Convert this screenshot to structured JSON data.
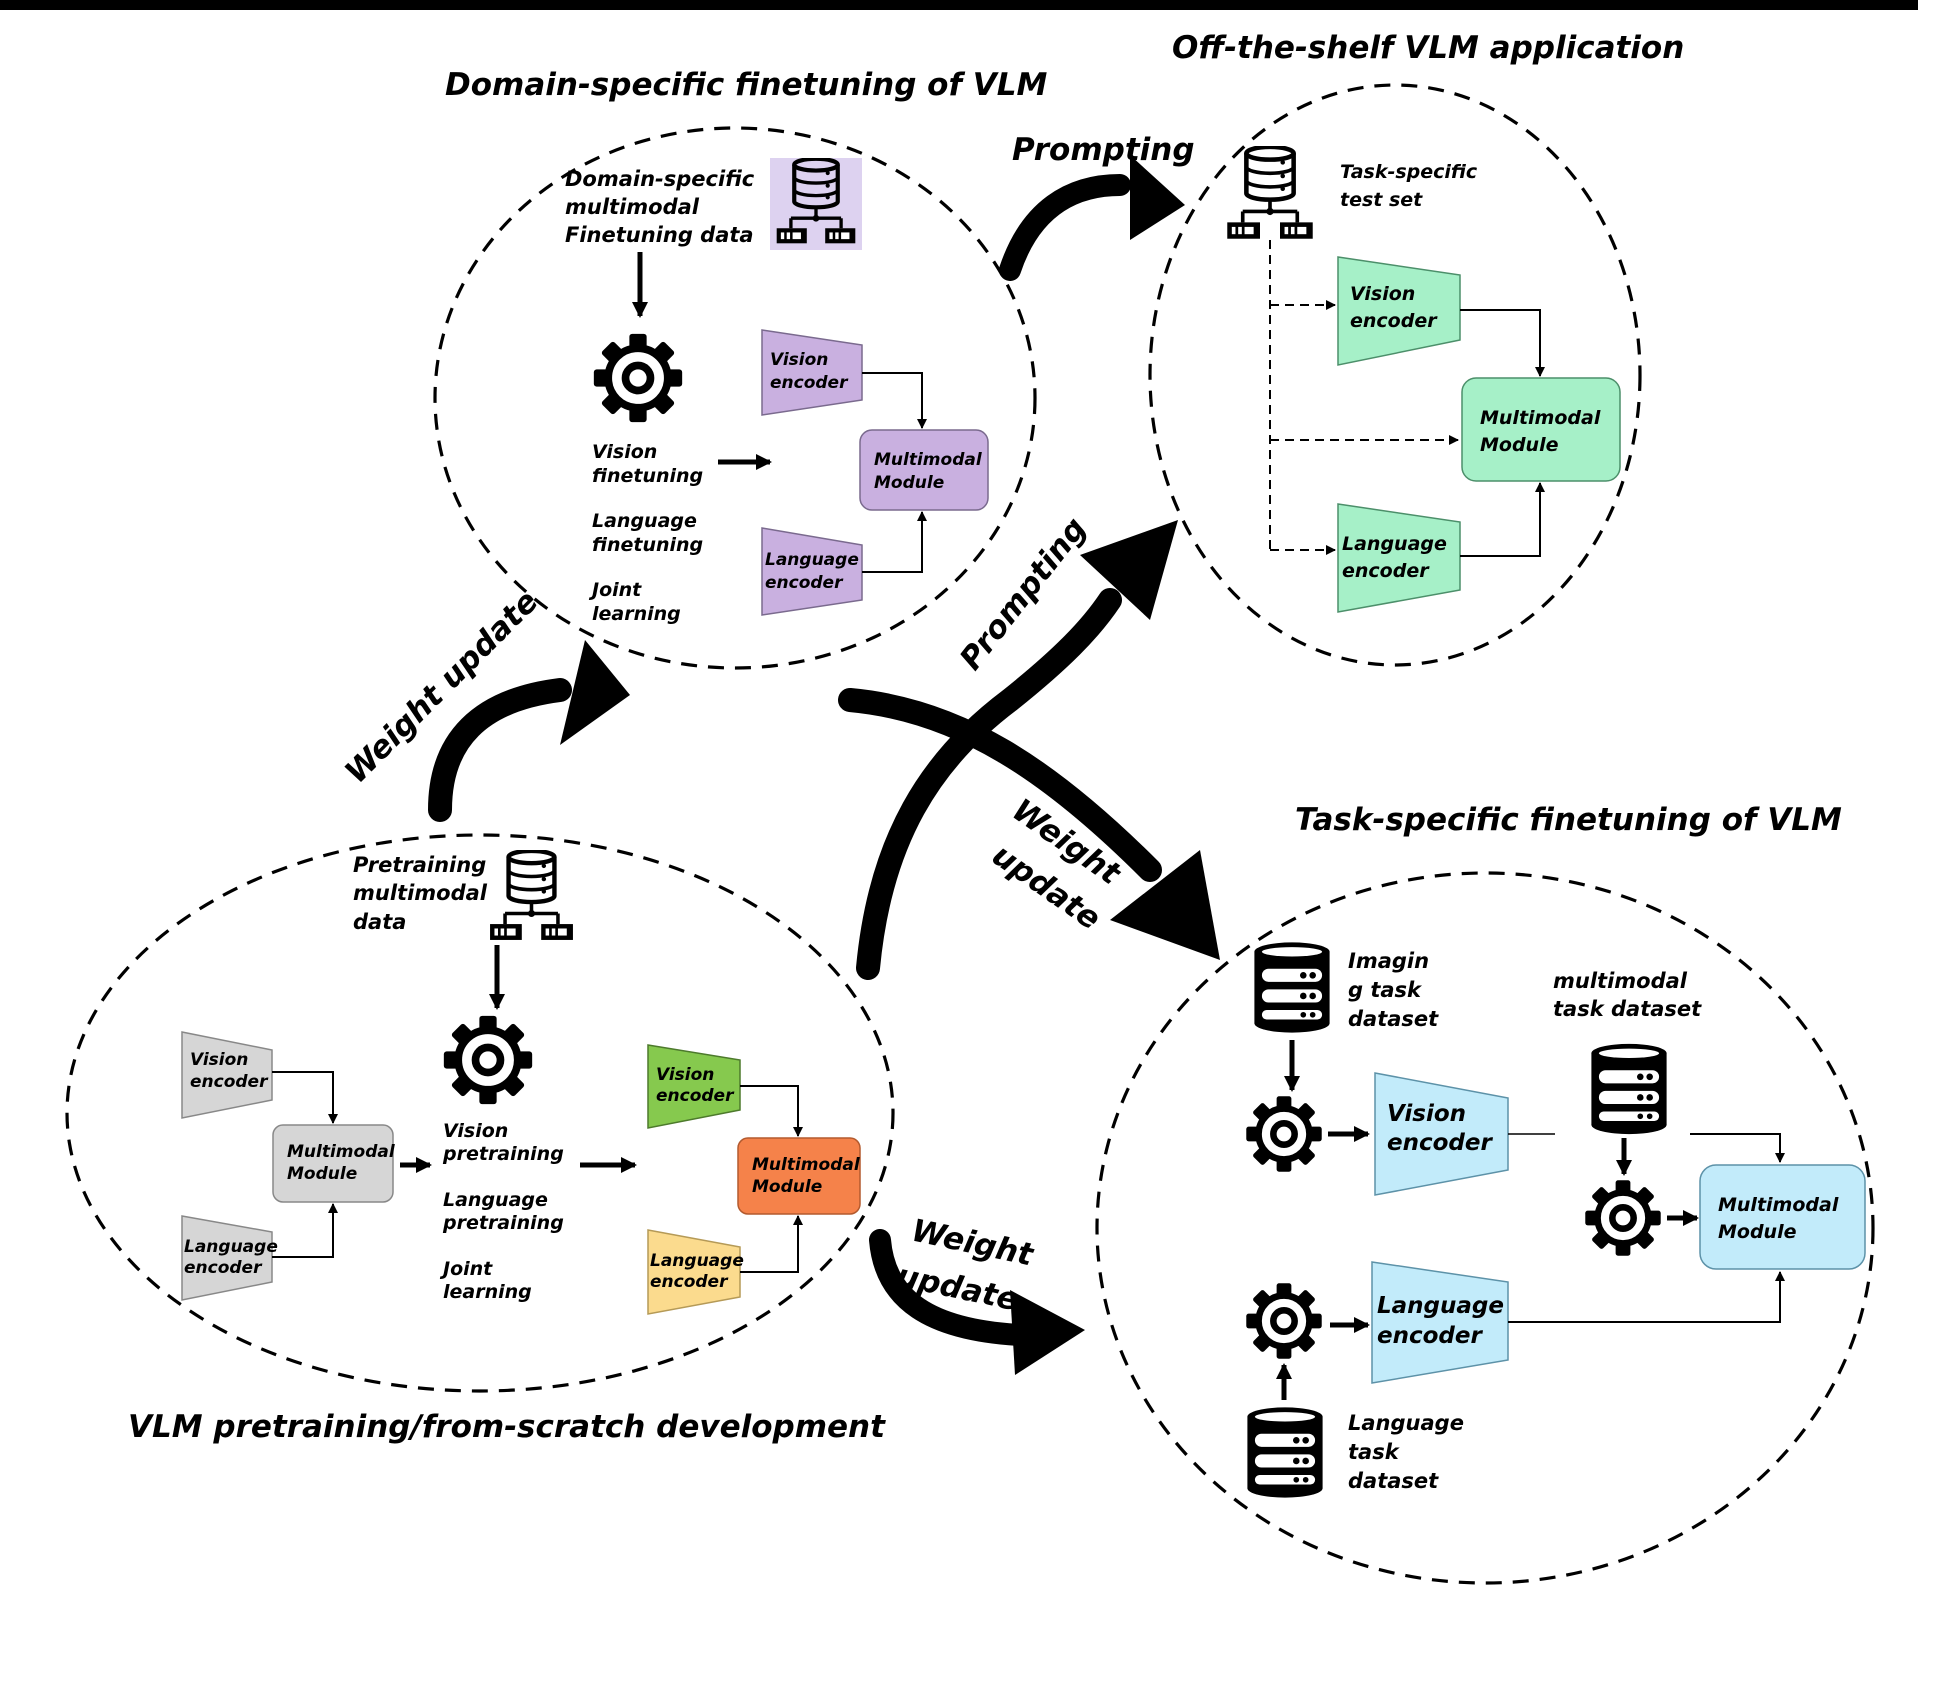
{
  "palette": {
    "purple": "#c9b0e0",
    "green_encoder": "#86c94e",
    "orange_module": "#f5824a",
    "yellow_encoder": "#fbdb8e",
    "gray": "#d6d6d6",
    "mint": "#a6f0c8",
    "light_blue": "#c2ebfa"
  },
  "icons": [
    "database-icon",
    "gear-icon"
  ],
  "domain": {
    "title": "Domain-specific finetuning of VLM",
    "data_label": [
      "Domain-specific",
      "multimodal",
      "Finetuning data"
    ],
    "steps": [
      "Vision",
      "finetuning",
      "Language",
      "finetuning",
      "Joint",
      "learning"
    ],
    "vision_encoder": [
      "Vision",
      "encoder"
    ],
    "language_encoder": [
      "Language",
      "encoder"
    ],
    "multimodal_module": [
      "Multimodal",
      "Module"
    ]
  },
  "offshelf": {
    "title": "Off-the-shelf VLM application",
    "data_label": [
      "Task-specific",
      "test set"
    ],
    "vision_encoder": [
      "Vision",
      "encoder"
    ],
    "language_encoder": [
      "Language",
      "encoder"
    ],
    "multimodal_module": [
      "Multimodal",
      "Module"
    ]
  },
  "pretrain": {
    "title": "VLM pretraining/from-scratch development",
    "data_label": [
      "Pretraining",
      "multimodal",
      "data"
    ],
    "steps": [
      "Vision",
      "pretraining",
      "Language",
      "pretraining",
      "Joint",
      "learning"
    ],
    "gray_vision_encoder": [
      "Vision",
      "encoder"
    ],
    "gray_language_encoder": [
      "Language",
      "encoder"
    ],
    "gray_multimodal_module": [
      "Multimodal",
      "Module"
    ],
    "vision_encoder": [
      "Vision",
      "encoder"
    ],
    "language_encoder": [
      "Language",
      "encoder"
    ],
    "multimodal_module": [
      "Multimodal",
      "Module"
    ]
  },
  "task": {
    "title": "Task-specific finetuning of VLM",
    "imaging_label": [
      "Imagin",
      "g task",
      "dataset"
    ],
    "multimodal_label": [
      "multimodal",
      "task dataset"
    ],
    "language_label": [
      "Language",
      "task",
      "dataset"
    ],
    "vision_encoder": [
      "Vision",
      "encoder"
    ],
    "language_encoder": [
      "Language",
      "encoder"
    ],
    "multimodal_module": [
      "Multimodal",
      "Module"
    ]
  },
  "arrows": {
    "prompting_top": "Prompting",
    "prompting_diag": "Prompting",
    "weight_update_left": "Weight update",
    "weight_update_diag": [
      "Weight",
      "update"
    ],
    "weight_update_bottom": [
      "Weight",
      "update"
    ]
  }
}
